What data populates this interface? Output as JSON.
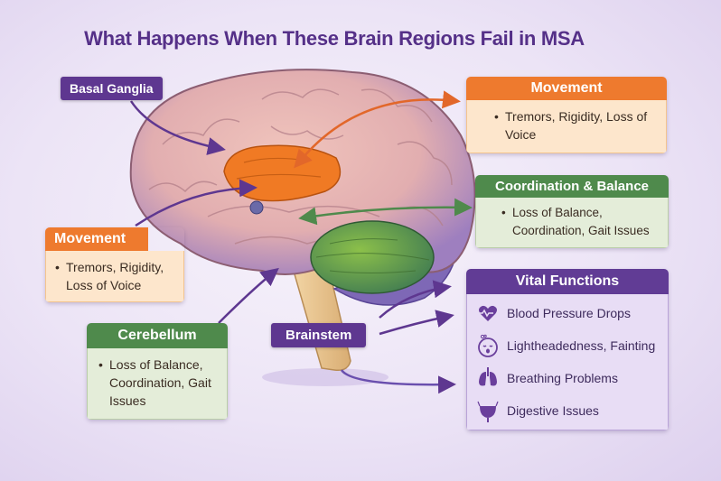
{
  "title": "What Happens When These Brain Regions Fail in MSA",
  "colors": {
    "purple": "#5e3790",
    "orange": "#ee7a2e",
    "green": "#4f8a4c",
    "brain": "#e9b9b2",
    "striatum": "#f07a24",
    "cerebellum": "#6fa338",
    "brainstem": "#e8c48e"
  },
  "labels": {
    "basal_ganglia": "Basal Ganglia",
    "brainstem": "Brainstem"
  },
  "cards": {
    "movement_right": {
      "header": "Movement",
      "bullets": [
        "Tremors, Rigidity, Loss of Voice"
      ]
    },
    "coordination_right": {
      "header": "Coordination & Balance",
      "bullets": [
        "Loss of Balance, Coordination, Gait Issues"
      ]
    },
    "movement_left": {
      "header": "Movement",
      "bullets": [
        "Tremors, Rigidity, Loss of Voice"
      ]
    },
    "cerebellum_left": {
      "header": "Cerebellum",
      "bullets": [
        "Loss of Balance, Coordination, Gait Issues"
      ]
    },
    "vital_functions": {
      "header": "Vital Functions",
      "items": [
        {
          "icon": "heart-pulse-icon",
          "label": "Blood Pressure Drops"
        },
        {
          "icon": "dizzy-face-icon",
          "label": "Lightheadedness, Fainting"
        },
        {
          "icon": "lungs-icon",
          "label": "Breathing Problems"
        },
        {
          "icon": "bladder-icon",
          "label": "Digestive Issues"
        }
      ]
    }
  },
  "bullet_char": "•"
}
